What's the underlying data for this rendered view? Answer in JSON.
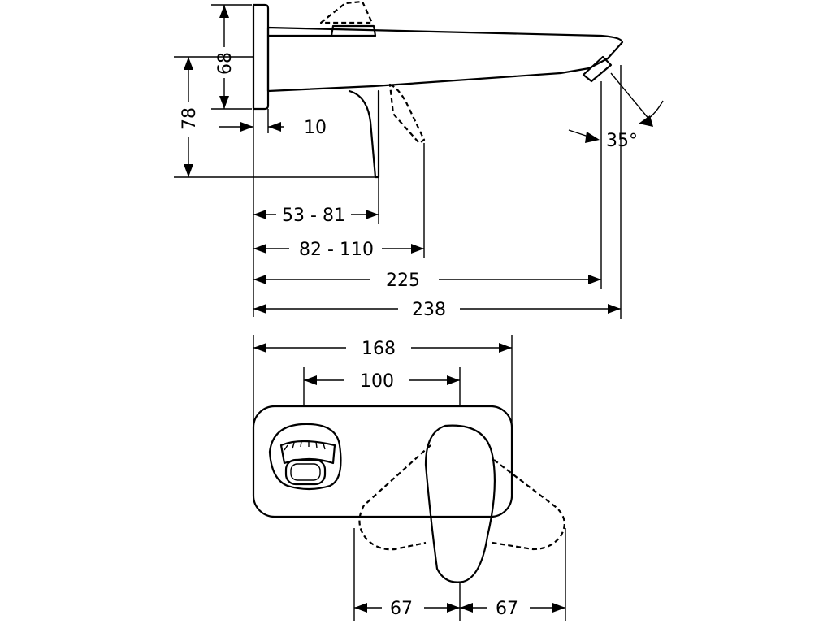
{
  "side_view": {
    "dims": {
      "height_68": "68",
      "height_78": "78",
      "wall_10": "10",
      "range_53_81": "53 - 81",
      "range_82_110": "82 - 110",
      "length_225": "225",
      "length_238": "238",
      "angle_35": "35°"
    }
  },
  "front_view": {
    "dims": {
      "width_168": "168",
      "width_100": "100",
      "swing_left_67": "67",
      "swing_right_67": "67"
    }
  }
}
